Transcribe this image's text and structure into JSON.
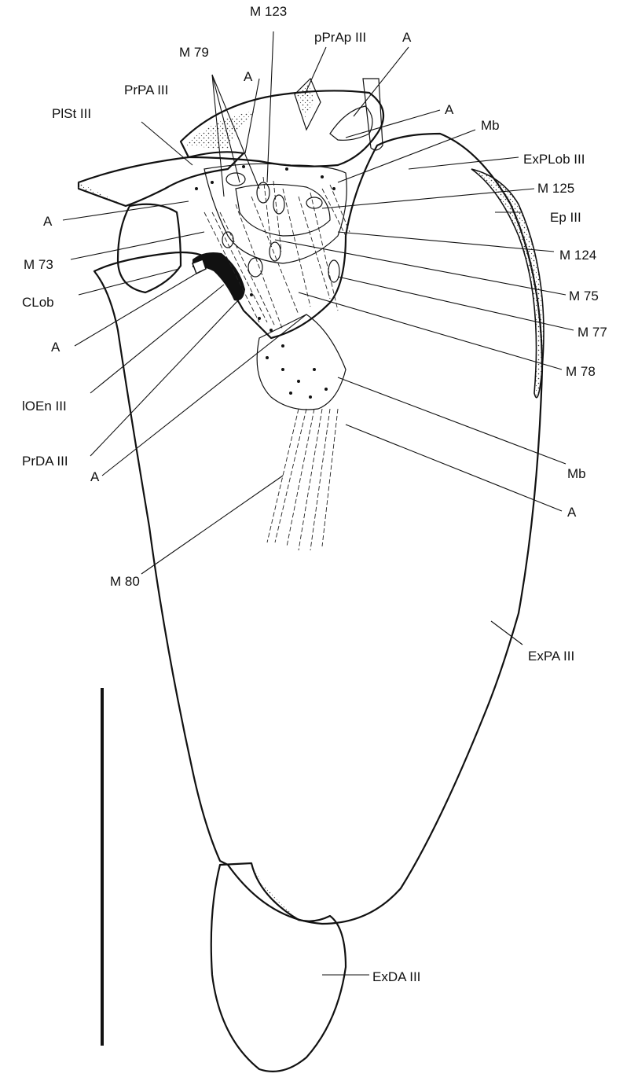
{
  "labels": {
    "m123": "M 123",
    "pprap": "pPrAp III",
    "a_top": "A",
    "m79": "M 79",
    "a_upper": "A",
    "prpa": "PrPA III",
    "a_right_top": "A",
    "plst": "PlSt III",
    "mb_top": "Mb",
    "explob": "ExPLob III",
    "m125": "M 125",
    "ep": "Ep III",
    "a_left": "A",
    "m124": "M 124",
    "m73": "M 73",
    "m75": "M 75",
    "clob": "CLob",
    "m77": "M 77",
    "a_left2": "A",
    "m78": "M 78",
    "ioen": "lOEn III",
    "prda": "PrDA III",
    "mb_low": "Mb",
    "a_lower_left": "A",
    "a_lower_right": "A",
    "m80": "M 80",
    "expa": "ExPA III",
    "exda": "ExDA III"
  }
}
